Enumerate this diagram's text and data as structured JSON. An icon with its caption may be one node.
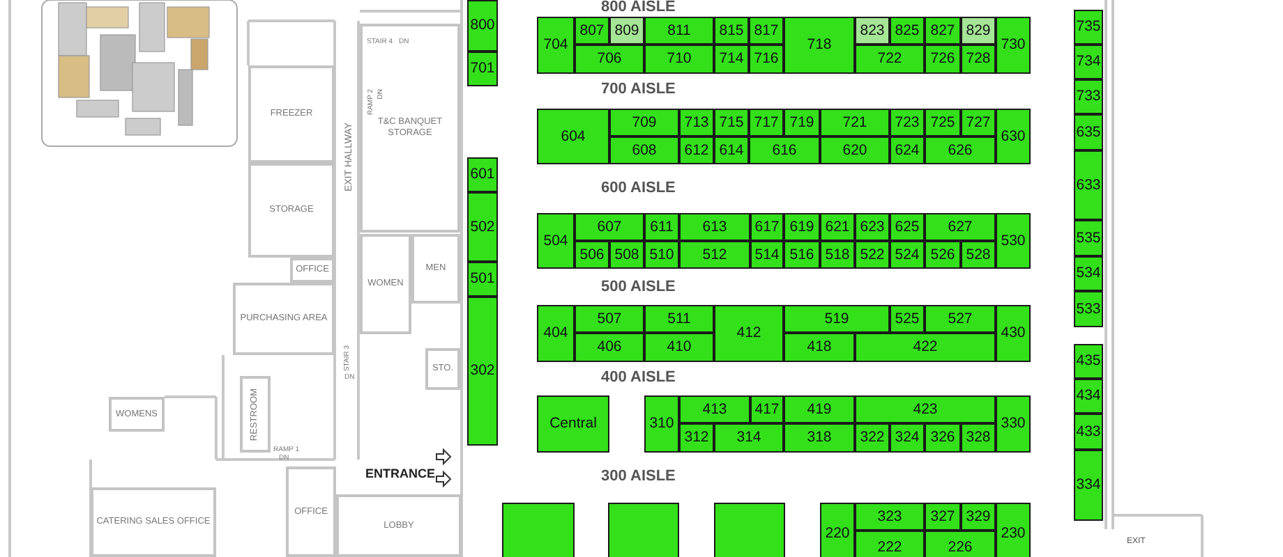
{
  "diagram": {
    "nodes": [
      {
        "text": [
          "FREEZER"
        ]
      },
      {
        "text": [
          "T&C BANQUET STORAGE"
        ]
      },
      {
        "text": [
          "STORAGE"
        ]
      },
      {
        "text": [
          "OFFICE"
        ]
      },
      {
        "text": [
          "WOMEN"
        ]
      },
      {
        "text": [
          "MEN"
        ]
      },
      {
        "text": [
          "PURCHASING AREA"
        ]
      },
      {
        "text": [
          "STO."
        ]
      },
      {
        "text": [
          "RESTROOM"
        ]
      },
      {
        "text": [
          "WOMENS"
        ]
      },
      {
        "text": [
          "CATERING SALES OFFICE"
        ]
      },
      {
        "text": [
          "OFFICE"
        ]
      },
      {
        "text": [
          "LOBBY"
        ]
      },
      {
        "text": [
          "800"
        ]
      },
      {
        "text": [
          "701"
        ]
      },
      {
        "text": [
          "601"
        ]
      },
      {
        "text": [
          "502"
        ]
      },
      {
        "text": [
          "501"
        ]
      },
      {
        "text": [
          "302"
        ]
      },
      {
        "text": [
          "704"
        ]
      },
      {
        "text": [
          "807"
        ]
      },
      {
        "text": [
          "809"
        ]
      },
      {
        "text": [
          "811"
        ]
      },
      {
        "text": [
          "815"
        ]
      },
      {
        "text": [
          "817"
        ]
      },
      {
        "text": [
          "718"
        ]
      },
      {
        "text": [
          "823"
        ]
      },
      {
        "text": [
          "825"
        ]
      },
      {
        "text": [
          "827"
        ]
      },
      {
        "text": [
          "829"
        ]
      },
      {
        "text": [
          "730"
        ]
      },
      {
        "text": [
          "706"
        ]
      },
      {
        "text": [
          "710"
        ]
      },
      {
        "text": [
          "714"
        ]
      },
      {
        "text": [
          "716"
        ]
      },
      {
        "text": [
          "722"
        ]
      },
      {
        "text": [
          "726"
        ]
      },
      {
        "text": [
          "728"
        ]
      },
      {
        "text": [
          "735"
        ]
      },
      {
        "text": [
          "734"
        ]
      },
      {
        "text": [
          "733"
        ]
      },
      {
        "text": [
          "635"
        ]
      },
      {
        "text": [
          "633"
        ]
      },
      {
        "text": [
          "535"
        ]
      },
      {
        "text": [
          "534"
        ]
      },
      {
        "text": [
          "533"
        ]
      },
      {
        "text": [
          "435"
        ]
      },
      {
        "text": [
          "434"
        ]
      },
      {
        "text": [
          "433"
        ]
      },
      {
        "text": [
          "334"
        ]
      },
      {
        "text": [
          "604"
        ]
      },
      {
        "text": [
          "709"
        ]
      },
      {
        "text": [
          "713"
        ]
      },
      {
        "text": [
          "715"
        ]
      },
      {
        "text": [
          "717"
        ]
      },
      {
        "text": [
          "719"
        ]
      },
      {
        "text": [
          "721"
        ]
      },
      {
        "text": [
          "723"
        ]
      },
      {
        "text": [
          "725"
        ]
      },
      {
        "text": [
          "727"
        ]
      },
      {
        "text": [
          "630"
        ]
      },
      {
        "text": [
          "608"
        ]
      },
      {
        "text": [
          "612"
        ]
      },
      {
        "text": [
          "614"
        ]
      },
      {
        "text": [
          "616"
        ]
      },
      {
        "text": [
          "620"
        ]
      },
      {
        "text": [
          "624"
        ]
      },
      {
        "text": [
          "626"
        ]
      },
      {
        "text": [
          "504"
        ]
      },
      {
        "text": [
          "607"
        ]
      },
      {
        "text": [
          "611"
        ]
      },
      {
        "text": [
          "613"
        ]
      },
      {
        "text": [
          "617"
        ]
      },
      {
        "text": [
          "619"
        ]
      },
      {
        "text": [
          "621"
        ]
      },
      {
        "text": [
          "623"
        ]
      },
      {
        "text": [
          "625"
        ]
      },
      {
        "text": [
          "627"
        ]
      },
      {
        "text": [
          "530"
        ]
      },
      {
        "text": [
          "506"
        ]
      },
      {
        "text": [
          "508"
        ]
      },
      {
        "text": [
          "510"
        ]
      },
      {
        "text": [
          "512"
        ]
      },
      {
        "text": [
          "514"
        ]
      },
      {
        "text": [
          "516"
        ]
      },
      {
        "text": [
          "518"
        ]
      },
      {
        "text": [
          "522"
        ]
      },
      {
        "text": [
          "524"
        ]
      },
      {
        "text": [
          "526"
        ]
      },
      {
        "text": [
          "528"
        ]
      },
      {
        "text": [
          "404"
        ]
      },
      {
        "text": [
          "507"
        ]
      },
      {
        "text": [
          "511"
        ]
      },
      {
        "text": [
          "412"
        ]
      },
      {
        "text": [
          "519"
        ]
      },
      {
        "text": [
          "525"
        ]
      },
      {
        "text": [
          "527"
        ]
      },
      {
        "text": [
          "430"
        ]
      },
      {
        "text": [
          "406"
        ]
      },
      {
        "text": [
          "410"
        ]
      },
      {
        "text": [
          "418"
        ]
      },
      {
        "text": [
          "422"
        ]
      },
      {
        "text": [
          "Central"
        ]
      },
      {
        "text": [
          "310"
        ]
      },
      {
        "text": [
          "413"
        ]
      },
      {
        "text": [
          "417"
        ]
      },
      {
        "text": [
          "419"
        ]
      },
      {
        "text": [
          "423"
        ]
      },
      {
        "text": [
          "330"
        ]
      },
      {
        "text": [
          "312"
        ]
      },
      {
        "text": [
          "314"
        ]
      },
      {
        "text": [
          "318"
        ]
      },
      {
        "text": [
          "322"
        ]
      },
      {
        "text": [
          "324"
        ]
      },
      {
        "text": [
          "326"
        ]
      },
      {
        "text": [
          "328"
        ]
      },
      {
        "text": [],
        "shape": "box"
      },
      {
        "text": [],
        "shape": "box"
      },
      {
        "text": [],
        "shape": "box"
      },
      {
        "text": [
          "220"
        ]
      },
      {
        "text": [
          "323"
        ]
      },
      {
        "text": [
          "327"
        ]
      },
      {
        "text": [
          "329"
        ]
      },
      {
        "text": [
          "230"
        ]
      },
      {
        "text": [
          "222"
        ]
      },
      {
        "text": [
          "226"
        ]
      }
    ],
    "labels": [
      "800 AISLE",
      "STAIR 4",
      "DN",
      "RAMP 2",
      "DN",
      "EXIT HALLWAY",
      "700 AISLE",
      "600 AISLE",
      "500 AISLE",
      "STAIR 3",
      "DN",
      "400 AISLE",
      "RAMP 1",
      "DN",
      "ENTRANCE",
      "300 AISLE",
      "EXIT"
    ]
  }
}
